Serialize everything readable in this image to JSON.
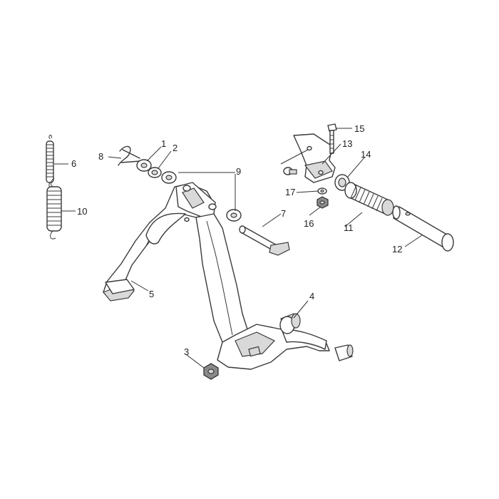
{
  "callouts": {
    "c1": "1",
    "c2": "2",
    "c3": "3",
    "c4": "4",
    "c5": "5",
    "c6": "6",
    "c7": "7",
    "c8": "8",
    "c9": "9",
    "c10": "10",
    "c11": "11",
    "c12": "12",
    "c13": "13",
    "c14": "14",
    "c15": "15",
    "c16": "16",
    "c17": "17"
  },
  "colors": {
    "line": "#3a3a3a",
    "shade": "#d9d9d9",
    "background": "#ffffff"
  }
}
